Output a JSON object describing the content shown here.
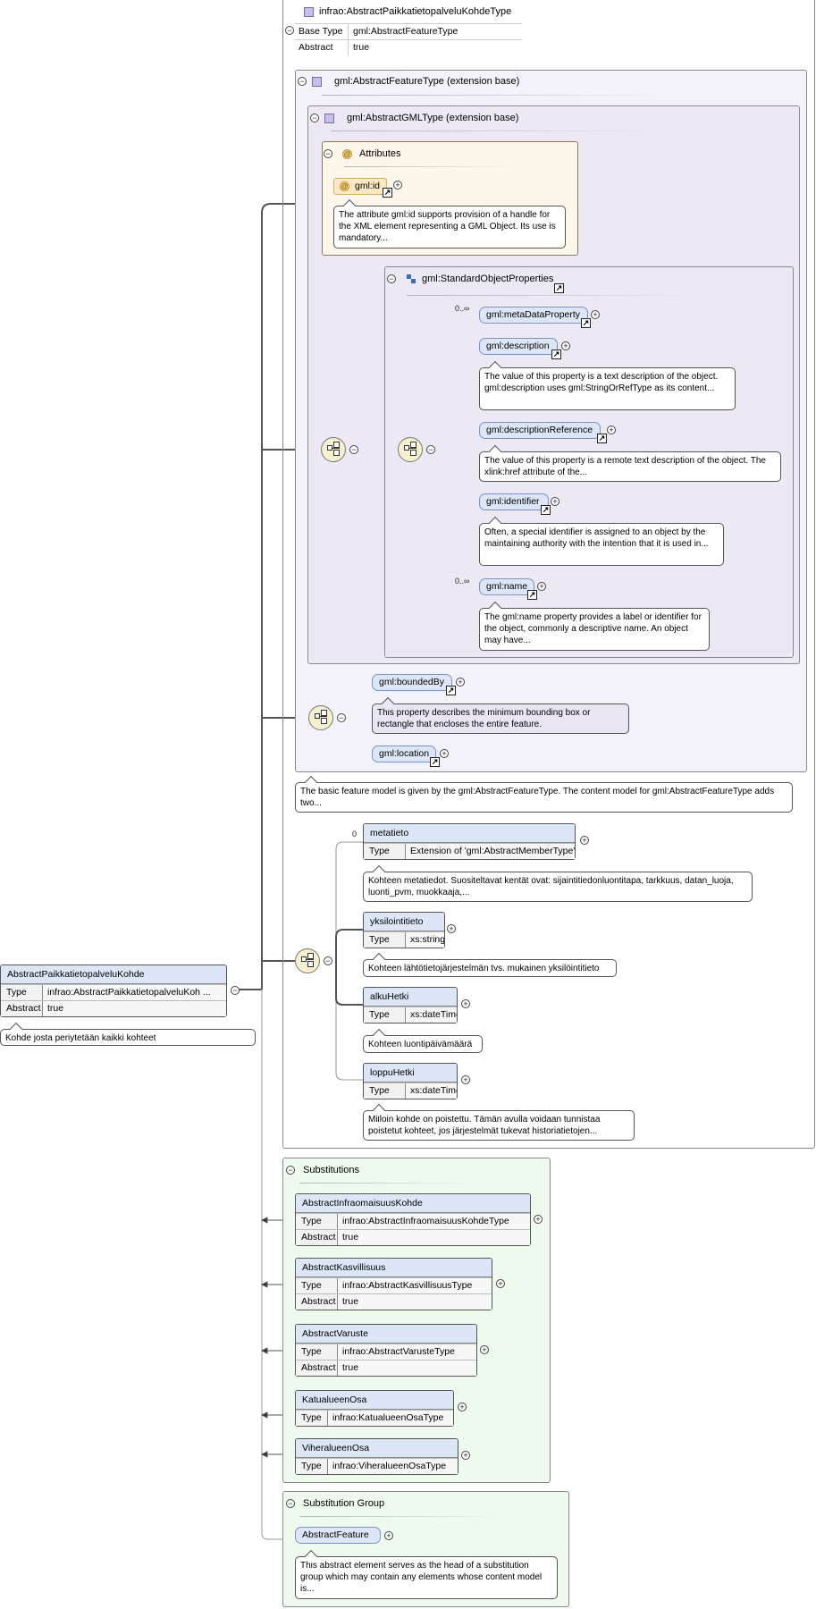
{
  "root": {
    "title": "infrao:AbstractPaikkatietopalveluKohdeType",
    "props": [
      {
        "key": "Base Type",
        "value": "gml:AbstractFeatureType"
      },
      {
        "key": "Abstract",
        "value": "true"
      }
    ]
  },
  "featureType": {
    "title": "gml:AbstractFeatureType (extension base)"
  },
  "gmlType": {
    "title": "gml:AbstractGMLType (extension base)"
  },
  "attributes": {
    "title": "Attributes",
    "idLabel": "gml:id",
    "idDoc": "The attribute gml:id supports provision of a handle for the XML element representing a GML Object. Its use is mandatory..."
  },
  "stdProps": {
    "title": "gml:StandardObjectProperties",
    "items": [
      {
        "label": "gml:metaDataProperty",
        "occurs": "0..∞",
        "doc": ""
      },
      {
        "label": "gml:description",
        "occurs": "",
        "doc": "The value of this property is a text description of the object. gml:description uses gml:StringOrRefType as its content..."
      },
      {
        "label": "gml:descriptionReference",
        "occurs": "",
        "doc": "The value of this property is a remote text description of the object. The xlink:href attribute of the..."
      },
      {
        "label": "gml:identifier",
        "occurs": "",
        "doc": "Often, a special identifier is assigned to an object by the maintaining authority with the intention that it is used in..."
      },
      {
        "label": "gml:name",
        "occurs": "0..∞",
        "doc": "The gml:name property provides a label or identifier for the object, commonly a descriptive name. An object may have..."
      }
    ]
  },
  "bounded": {
    "label": "gml:boundedBy",
    "doc": "This property describes the minimum bounding box or rectangle that encloses the entire feature.",
    "location": "gml:location"
  },
  "featureDoc": "The basic feature model is given by the gml:AbstractFeatureType. The content model for gml:AbstractFeatureType adds two...",
  "localSeq": [
    {
      "name": "metatieto",
      "occurs": "0",
      "type": "Extension of 'gml:AbstractMemberType'",
      "doc": "Kohteen metatiedot. Suositeltavat kentät ovat: sijaintitiedonluontitapa, tarkkuus, datan_luoja, luonti_pvm, muokkaaja,..."
    },
    {
      "name": "yksilointitieto",
      "occurs": "",
      "type": "xs:string",
      "doc": "Kohteen lähtötietojärjestelmän tvs. mukainen yksilöintitieto"
    },
    {
      "name": "alkuHetki",
      "occurs": "",
      "type": "xs:dateTime",
      "doc": "Kohteen luontipäivämäärä"
    },
    {
      "name": "loppuHetki",
      "occurs": "",
      "type": "xs:dateTime",
      "doc": "Milloin kohde on poistettu. Tämän avulla voidaan tunnistaa poistetut kohteet, jos järjestelmät tukevat historiatietojen..."
    }
  ],
  "element": {
    "name": "AbstractPaikkatietopalveluKohde",
    "typeKey": "Type",
    "typeValue": "infrao:AbstractPaikkatietopalveluKoh ...",
    "abstractKey": "Abstract",
    "abstractValue": "true",
    "doc": "Kohde josta periytetään kaikki kohteet"
  },
  "substitutions": {
    "title": "Substitutions",
    "items": [
      {
        "name": "AbstractInfraomaisuusKohde",
        "type": "infrao:AbstractInfraomaisuusKohdeType",
        "abstract": "true"
      },
      {
        "name": "AbstractKasvillisuus",
        "type": "infrao:AbstractKasvillisuusType",
        "abstract": "true"
      },
      {
        "name": "AbstractVaruste",
        "type": "infrao:AbstractVarusteType",
        "abstract": "true"
      },
      {
        "name": "KatualueenOsa",
        "type": "infrao:KatualueenOsaType",
        "abstract": ""
      },
      {
        "name": "ViheralueenOsa",
        "type": "infrao:ViheralueenOsaType",
        "abstract": ""
      }
    ]
  },
  "substitutionGroup": {
    "title": "Substitution Group",
    "label": "AbstractFeature",
    "doc": "This abstract element serves as the head of a substitution group which may contain any elements whose content model is..."
  },
  "labels": {
    "type": "Type",
    "abstract": "Abstract",
    "plus": "+",
    "minus": "−",
    "ref": "↗",
    "at": "@"
  }
}
